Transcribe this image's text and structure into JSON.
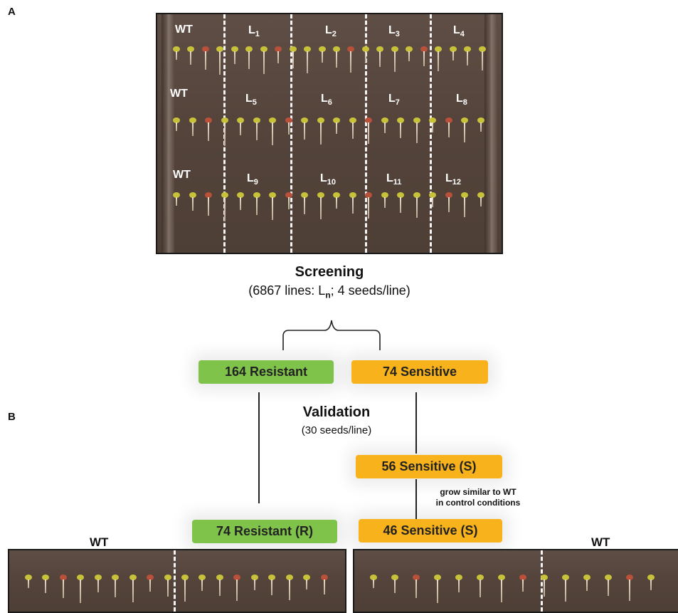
{
  "panels": {
    "a": "A",
    "b": "B"
  },
  "plate_a": {
    "rows": [
      [
        "WT",
        "L1",
        "L2",
        "L3",
        "L4"
      ],
      [
        "WT",
        "L5",
        "L6",
        "L7",
        "L8"
      ],
      [
        "WT",
        "L9",
        "L10",
        "L11",
        "L12"
      ]
    ]
  },
  "screening": {
    "title": "Screening",
    "subtitle_pre": "(6867 lines: L",
    "subtitle_sub": "n",
    "subtitle_post": "; 4 seeds/line)"
  },
  "resistant_box": "164 Resistant",
  "sensitive_box": "74 Sensitive",
  "validation": {
    "title": "Validation",
    "subtitle": "(30 seeds/line)"
  },
  "sensitive_56": "56 Sensitive (S)",
  "note": {
    "line1": "grow similar to WT",
    "line2": "in control conditions"
  },
  "resistant_74": "74 Resistant (R)",
  "sensitive_46": "46 Sensitive (S)",
  "bottom_left_label": "WT",
  "bottom_right_label": "WT",
  "colors": {
    "green": "#7fc34b",
    "orange": "#f8b21b"
  }
}
